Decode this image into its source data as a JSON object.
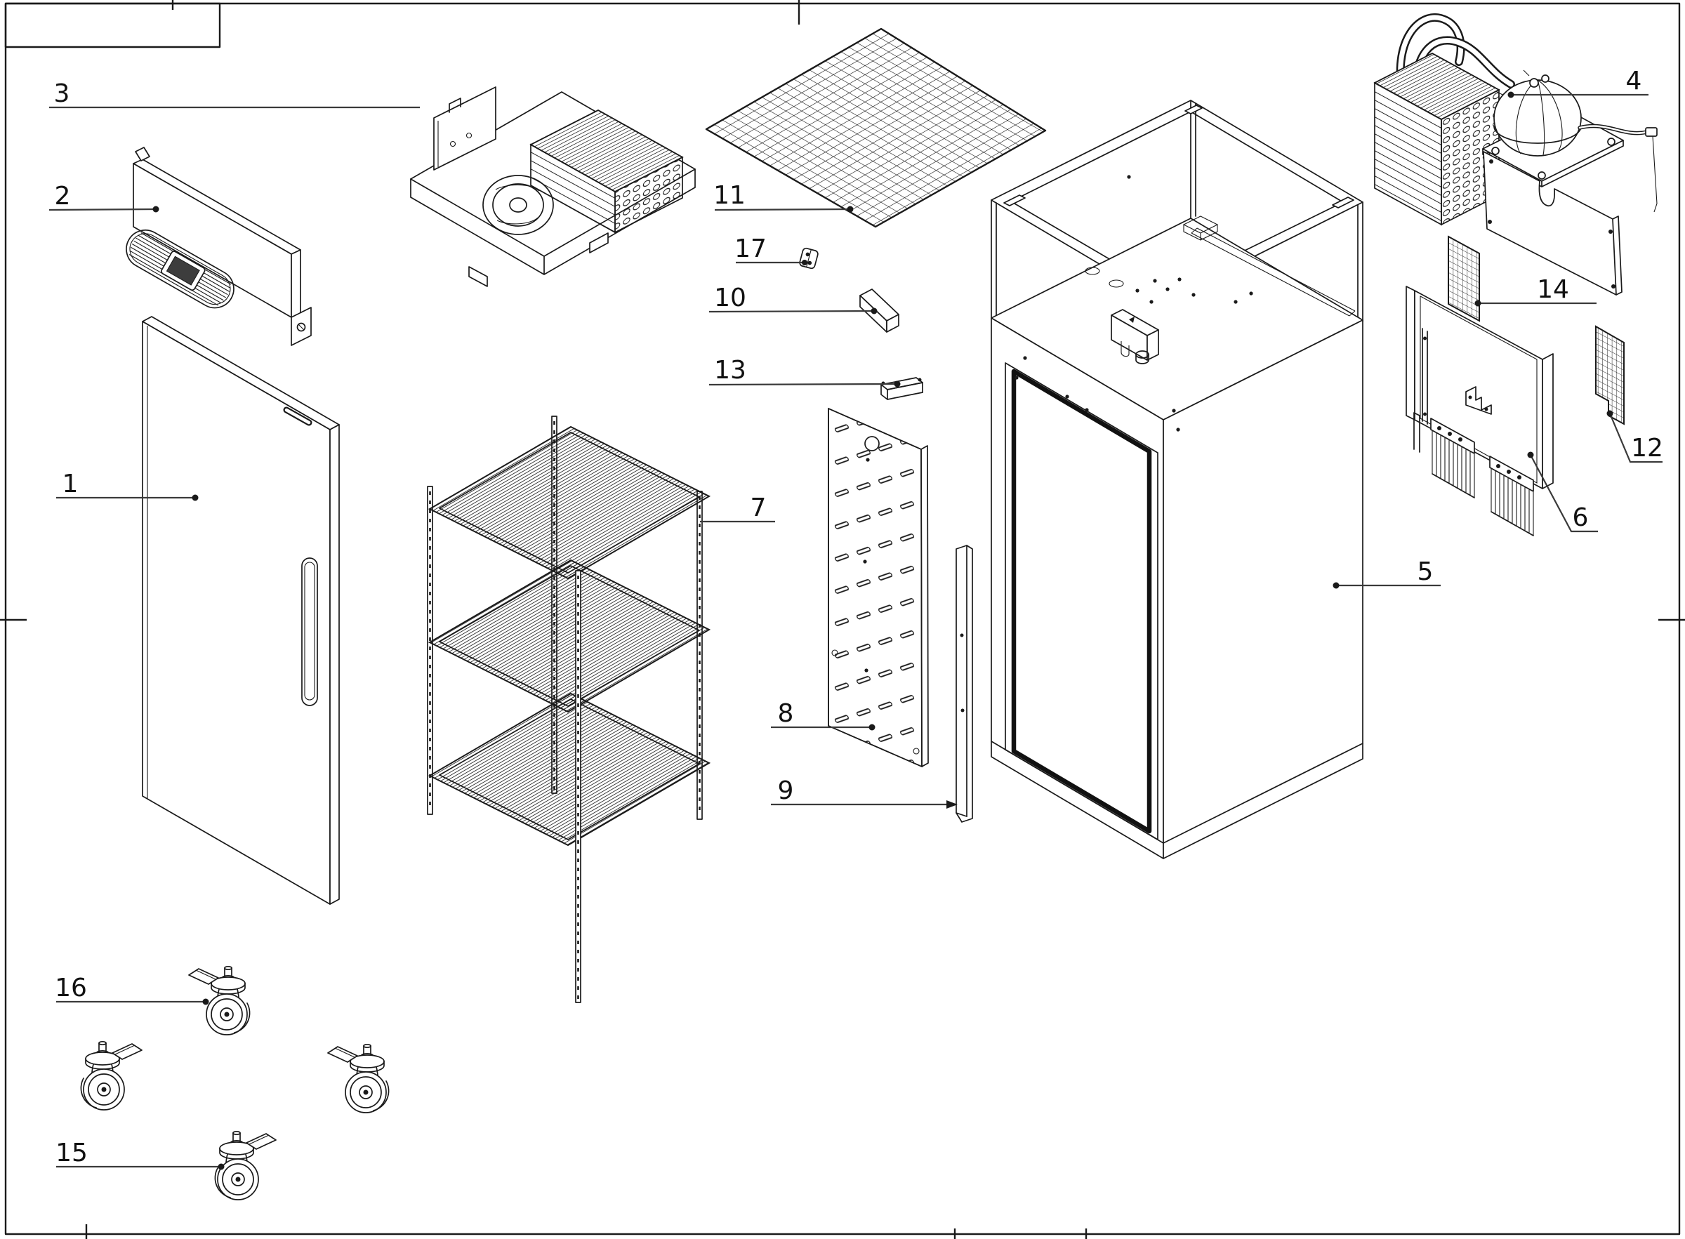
{
  "sheet": {
    "background": "#ffffff",
    "line_color": "#1a1a1a"
  },
  "callouts": {
    "c1": "1",
    "c2": "2",
    "c3": "3",
    "c4": "4",
    "c5": "5",
    "c6": "6",
    "c7": "7",
    "c8": "8",
    "c9": "9",
    "c10": "10",
    "c11": "11",
    "c12": "12",
    "c13": "13",
    "c14": "14",
    "c15": "15",
    "c16": "16",
    "c17": "17"
  }
}
